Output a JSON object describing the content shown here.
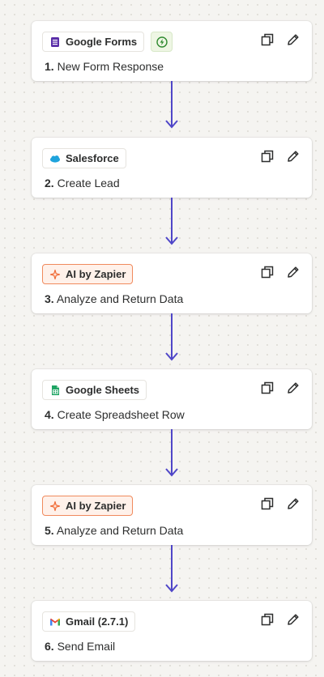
{
  "steps": [
    {
      "number": "1.",
      "title": "New Form Response",
      "app": "Google Forms",
      "app_icon": "google-forms-icon",
      "app_color": "#5a2ea8",
      "has_trigger_badge": true
    },
    {
      "number": "2.",
      "title": "Create Lead",
      "app": "Salesforce",
      "app_icon": "salesforce-icon",
      "app_color": "#1ea3dc"
    },
    {
      "number": "3.",
      "title": "Analyze and Return Data",
      "app": "AI by Zapier",
      "app_icon": "ai-sparkle-icon",
      "app_color": "#f06a35"
    },
    {
      "number": "4.",
      "title": "Create Spreadsheet Row",
      "app": "Google Sheets",
      "app_icon": "google-sheets-icon",
      "app_color": "#1ea463"
    },
    {
      "number": "5.",
      "title": "Analyze and Return Data",
      "app": "AI by Zapier",
      "app_icon": "ai-sparkle-icon",
      "app_color": "#f06a35"
    },
    {
      "number": "6.",
      "title": "Send Email",
      "app": "Gmail (2.7.1)",
      "app_icon": "gmail-icon",
      "app_color": "#ea4335"
    }
  ],
  "icons": {
    "copy": "copy-icon",
    "edit": "pencil-icon",
    "trigger": "bolt-icon",
    "connector": "arrow-down-icon"
  },
  "colors": {
    "connector": "#4f46c8",
    "ai_chip_border": "#f08a5d",
    "ai_chip_bg": "#fff1ea",
    "trigger_badge": "#2f8a2f"
  }
}
